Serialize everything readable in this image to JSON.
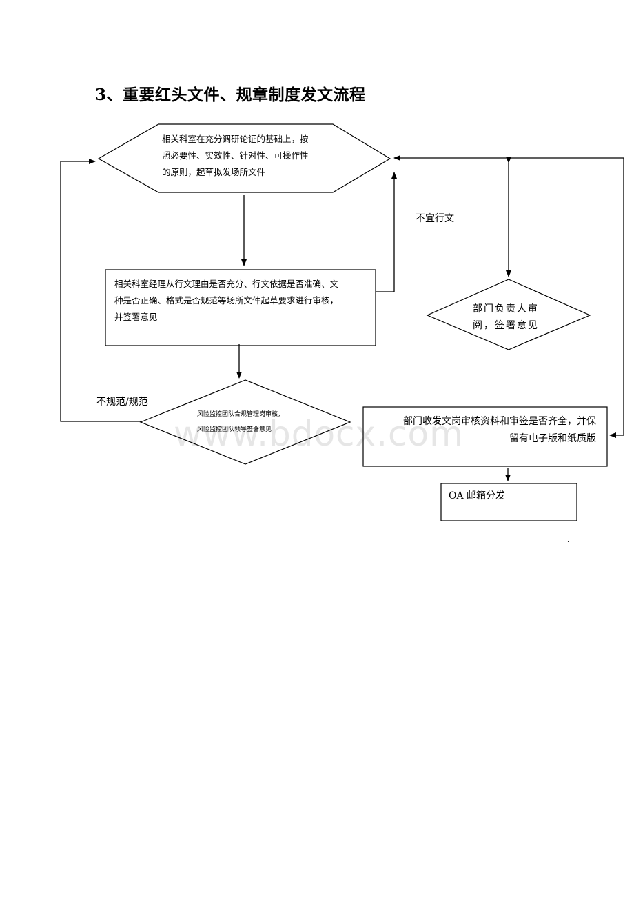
{
  "title": "3、重要红头文件、规章制度发文流程",
  "nodes": {
    "draft": "相关科室在充分调研论证的基础上，按\n照必要性、实效性、针对性、可操作性\n的原则，起草拟发场所文件",
    "manager_review": "相关科室经理从行文理由是否充分、行文依据是否准确、文\n种是否正确、格式是否规范等场所文件起草要求进行审核，\n并签署意见",
    "risk_review": "风险监控团队合规管理岗审核，\n风险监控团队领导签署意见",
    "dept_head": "部门负责人审\n阅，签署意见",
    "doc_check": "部门收发文岗审核资料和审签是否齐全，并保\n留有电子版和纸质版",
    "oa": "OA 邮箱分发"
  },
  "edge_labels": {
    "not_suitable": "不宜行文",
    "nonstandard": "不规范/规范"
  },
  "watermark": "www.bdocx.com",
  "footer_mark": "."
}
